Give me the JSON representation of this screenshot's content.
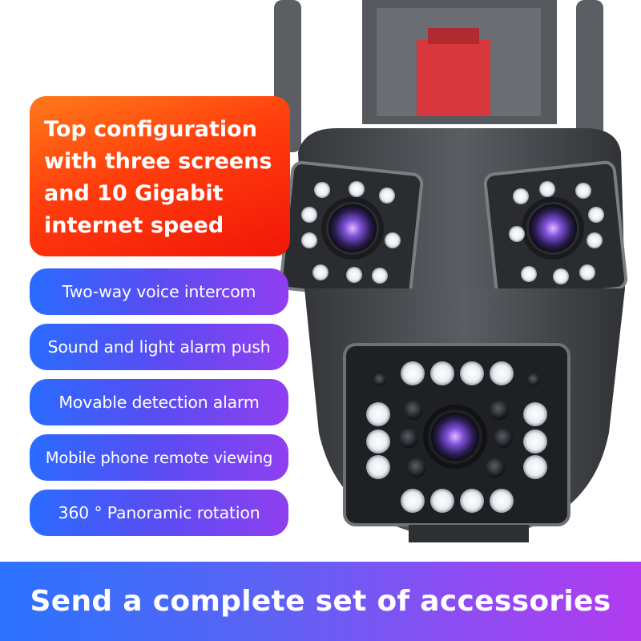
{
  "headline": {
    "lines": [
      "Top configuration",
      "with three screens",
      "and 10 Gigabit",
      "internet speed"
    ]
  },
  "features": [
    "Two-way voice intercom",
    "Sound and light alarm push",
    "Movable detection alarm",
    "Mobile phone remote viewing",
    "360 ° Panoramic rotation"
  ],
  "banner": "Send a complete set of accessories",
  "colors": {
    "headline_gradient": [
      "#ff7a1a",
      "#f21608"
    ],
    "pill_gradient": [
      "#2a6bff",
      "#8f3ff0"
    ],
    "banner_gradient": [
      "#2a73ff",
      "#b23bf0"
    ],
    "camera_body": "#4a4c50",
    "lens_glow": "#7b4fd6"
  }
}
